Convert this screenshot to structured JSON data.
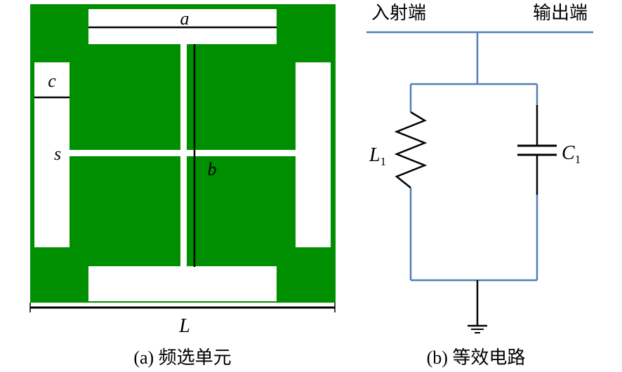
{
  "unit_cell": {
    "labels": {
      "a": "a",
      "b": "b",
      "c": "c",
      "s": "s",
      "L": "L"
    },
    "caption": "(a) 频选单元",
    "colors": {
      "substrate": "#008f00",
      "slot": "#ffffff",
      "line": "#000000"
    }
  },
  "circuit": {
    "input_label": "入射端",
    "output_label": "输出端",
    "inductor": {
      "symbol": "L",
      "subscript": "1"
    },
    "capacitor": {
      "symbol": "C",
      "subscript": "1"
    },
    "caption": "(b) 等效电路",
    "colors": {
      "wire": "#4f7fb8",
      "component": "#000000"
    }
  }
}
